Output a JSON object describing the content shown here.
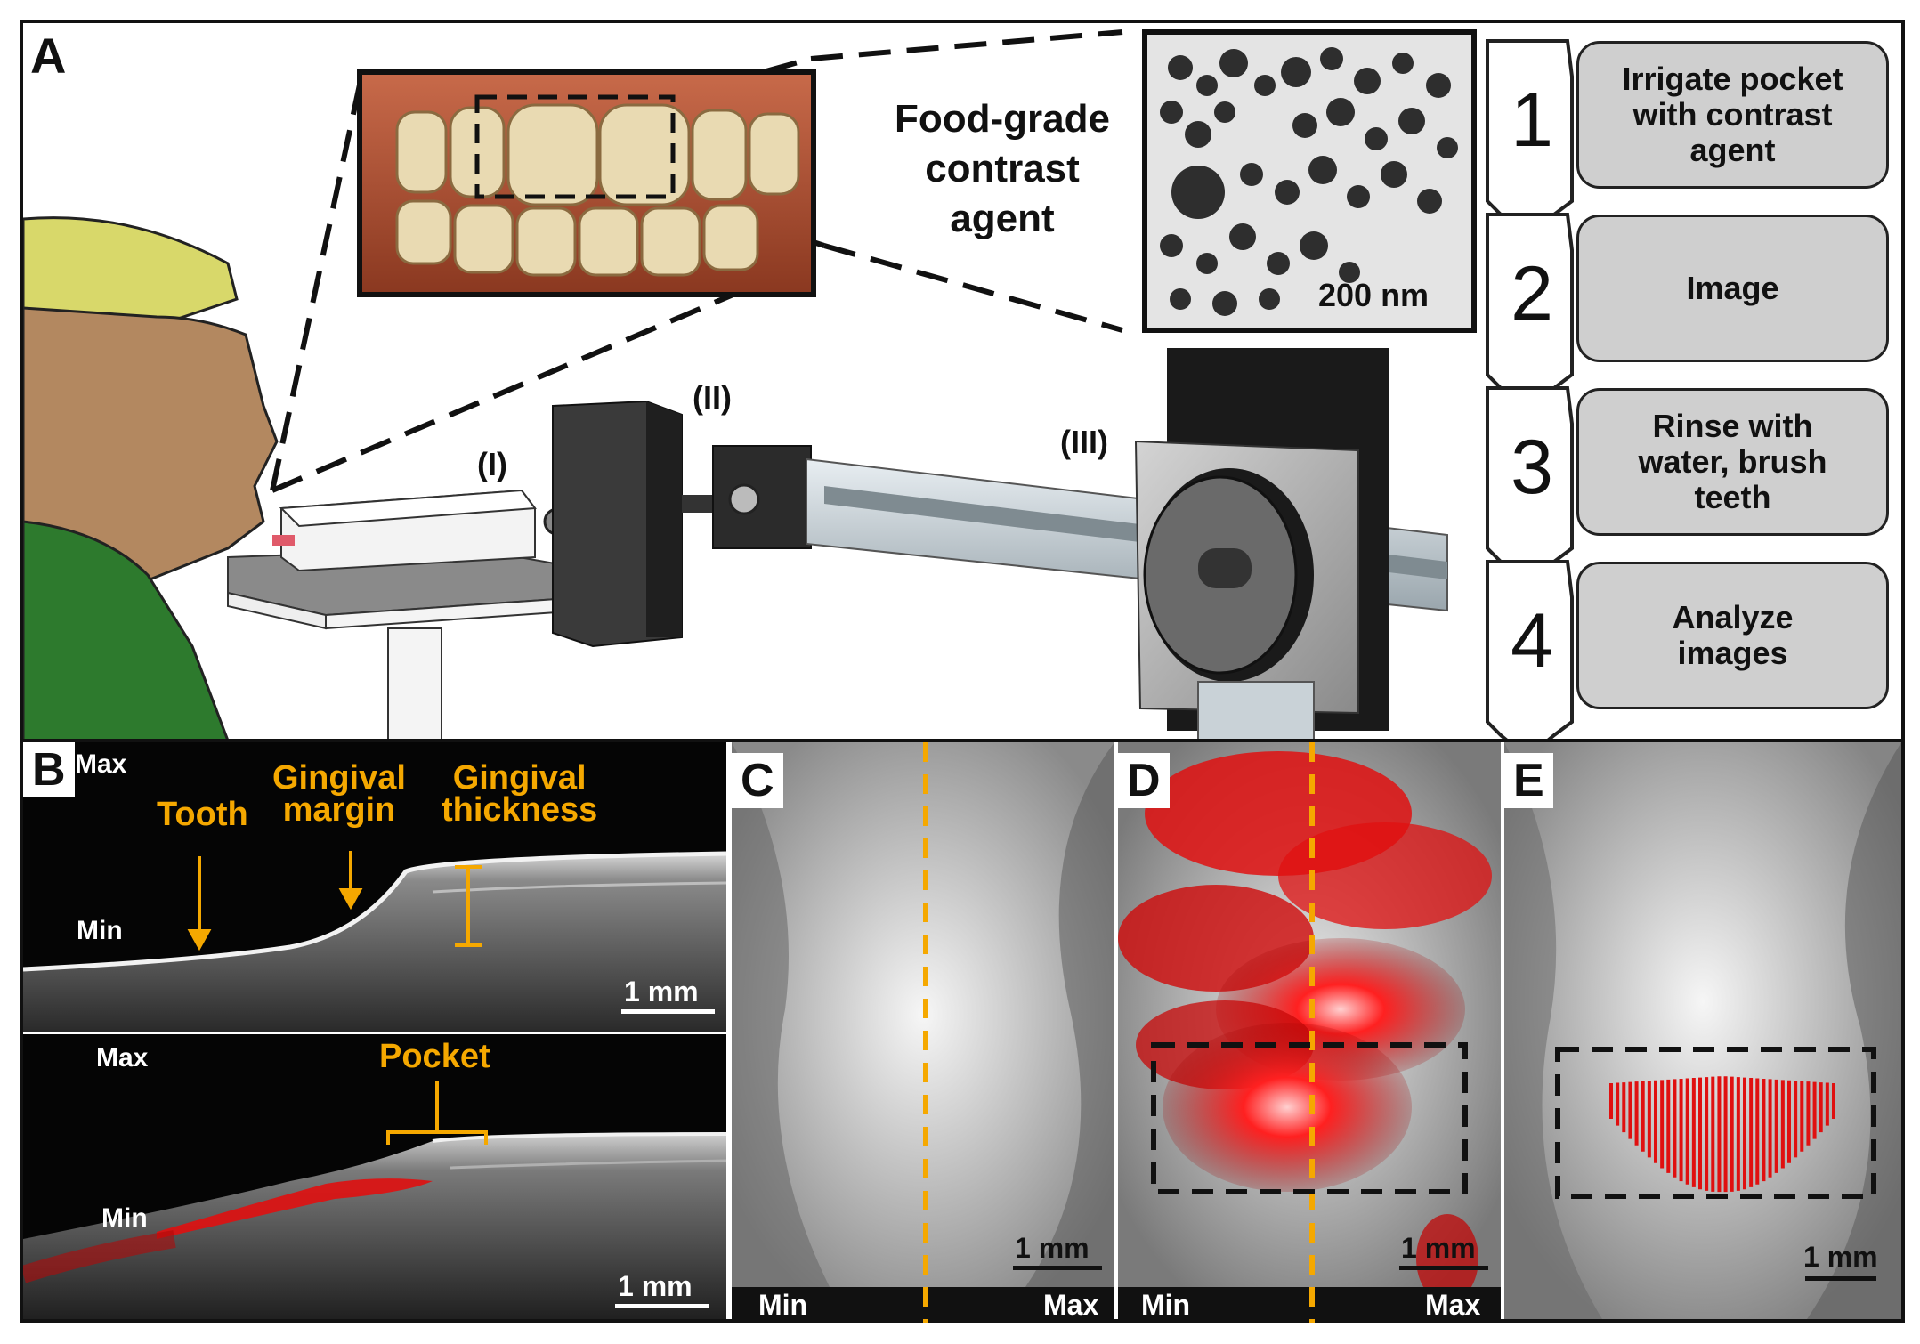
{
  "panel_a": {
    "letter": "A",
    "contrast_agent_label": [
      "Food-grade",
      "contrast",
      "agent"
    ],
    "tem_scale": "200 nm",
    "component_labels": [
      "(I)",
      "(II)",
      "(III)"
    ],
    "steps": [
      {
        "number": "1",
        "lines": [
          "Irrigate pocket",
          "with contrast",
          "agent"
        ]
      },
      {
        "number": "2",
        "lines": [
          "Image"
        ]
      },
      {
        "number": "3",
        "lines": [
          "Rinse with",
          "water, brush",
          "teeth"
        ]
      },
      {
        "number": "4",
        "lines": [
          "Analyze",
          "images"
        ]
      }
    ]
  },
  "panel_b": {
    "letter": "B",
    "top": {
      "max": "Max",
      "min": "Min",
      "tooth": "Tooth",
      "gingival_margin": [
        "Gingival",
        "margin"
      ],
      "gingival_thickness": [
        "Gingival",
        "thickness"
      ],
      "scale": "1 mm"
    },
    "bottom": {
      "max": "Max",
      "min": "Min",
      "pocket": "Pocket",
      "scale": "1 mm"
    }
  },
  "panel_c": {
    "letter": "C",
    "scale": "1 mm",
    "min": "Min",
    "max": "Max"
  },
  "panel_d": {
    "letter": "D",
    "scale": "1 mm",
    "min": "Min",
    "max": "Max"
  },
  "panel_e": {
    "letter": "E",
    "scale": "1 mm"
  },
  "colors": {
    "annotation": "#f5a800",
    "signal": "#e01010",
    "frame": "#111111"
  }
}
